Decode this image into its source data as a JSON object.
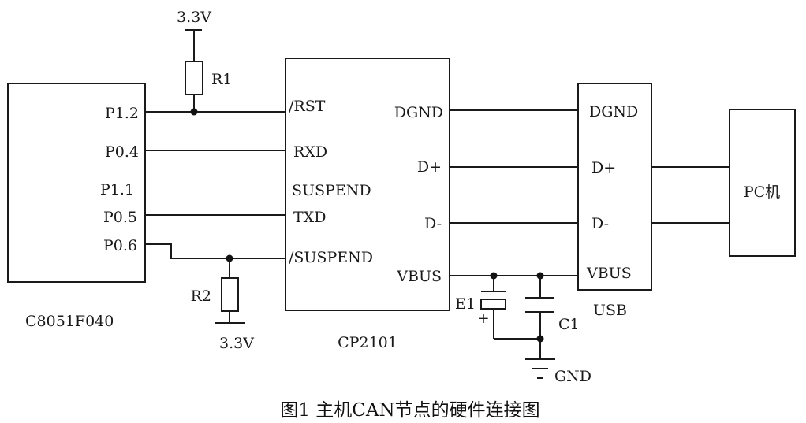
{
  "caption": "图1  主机CAN节点的硬件连接图",
  "mcu": {
    "name": "C8051F040",
    "pins": [
      "P1.2",
      "P0.4",
      "P1.1",
      "P0.5",
      "P0.6"
    ]
  },
  "bridge": {
    "name": "CP2101",
    "left_pins": [
      "/RST",
      "RXD",
      "SUSPEND",
      "TXD",
      "/SUSPEND"
    ],
    "right_pins": [
      "DGND",
      "D+",
      "D-",
      "VBUS"
    ]
  },
  "usb": {
    "name": "USB",
    "pins": [
      "DGND",
      "D+",
      "D-",
      "VBUS"
    ]
  },
  "pc": {
    "name": "PC机"
  },
  "components": {
    "r1": {
      "label": "R1",
      "supply": "3.3V"
    },
    "r2": {
      "label": "R2",
      "supply": "3.3V"
    },
    "e1": {
      "label": "E1",
      "polarity": "+"
    },
    "c1": {
      "label": "C1"
    },
    "gnd": {
      "label": "GND"
    }
  },
  "colors": {
    "ink": "#1a1a1a",
    "background": "#ffffff"
  }
}
